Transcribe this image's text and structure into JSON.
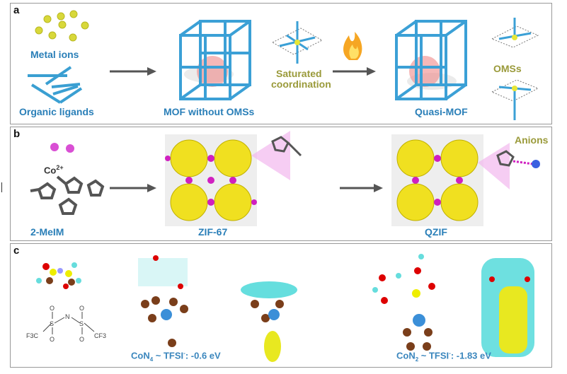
{
  "panel_a": {
    "label": "a",
    "metal_ions": "Metal ions",
    "organic_ligands": "Organic ligands",
    "mof": "MOF without OMSs",
    "saturated_line1": "Saturated",
    "saturated_line2": "coordination",
    "quasi_mof": "Quasi-MOF",
    "omss": "OMSs"
  },
  "panel_b": {
    "label": "b",
    "co": "Co",
    "co_charge": "2+",
    "ligand": "2-MeIM",
    "zif": "ZIF-67",
    "qzif": "QZIF",
    "anions": "Anions"
  },
  "panel_c": {
    "label": "c",
    "cf3_left": "F3C",
    "cf3_right": "CF3",
    "caption1_prefix": "CoN",
    "caption1_sub": "4",
    "caption1_mid": " ~ TFSI",
    "caption1_sup": "-",
    "caption1_value": ": -0.6 eV",
    "caption2_prefix": "CoN",
    "caption2_sub": "2",
    "caption2_mid": " ~ TFSI",
    "caption2_sup": "-",
    "caption2_value": ": -1.83 eV"
  },
  "colors": {
    "label_blue": "#2a7fb8",
    "olive": "#9a9a3a",
    "frame": "#3ba0d6",
    "node": "#e6e636"
  }
}
